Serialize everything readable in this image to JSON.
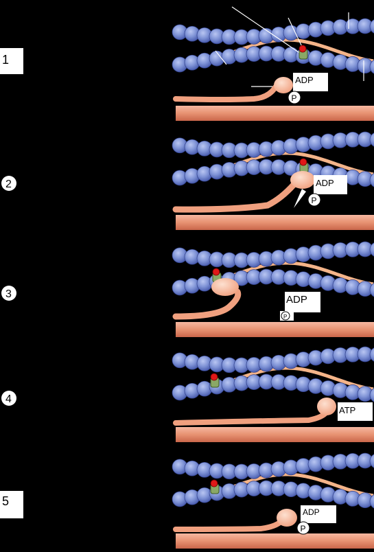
{
  "panels": [
    {
      "step": "1",
      "molecule": "ADP",
      "phosphate": "P"
    },
    {
      "step": "2",
      "molecule": "ADP",
      "phosphate": "P"
    },
    {
      "step": "3",
      "molecule": "ADP",
      "phosphate": "P"
    },
    {
      "step": "4",
      "molecule": "ATP"
    },
    {
      "step": "5",
      "molecule": "ADP",
      "phosphate": "P"
    }
  ],
  "colors": {
    "background": "#000000",
    "actin_bead": "#7f93d6",
    "actin_bead_dark": "#4c5fb0",
    "tropomyosin": "#f4b489",
    "myosin_head": "#f6b59a",
    "thick_filament": "#e79272",
    "binding_site": "#e01818",
    "troponin": "#8aa866"
  }
}
